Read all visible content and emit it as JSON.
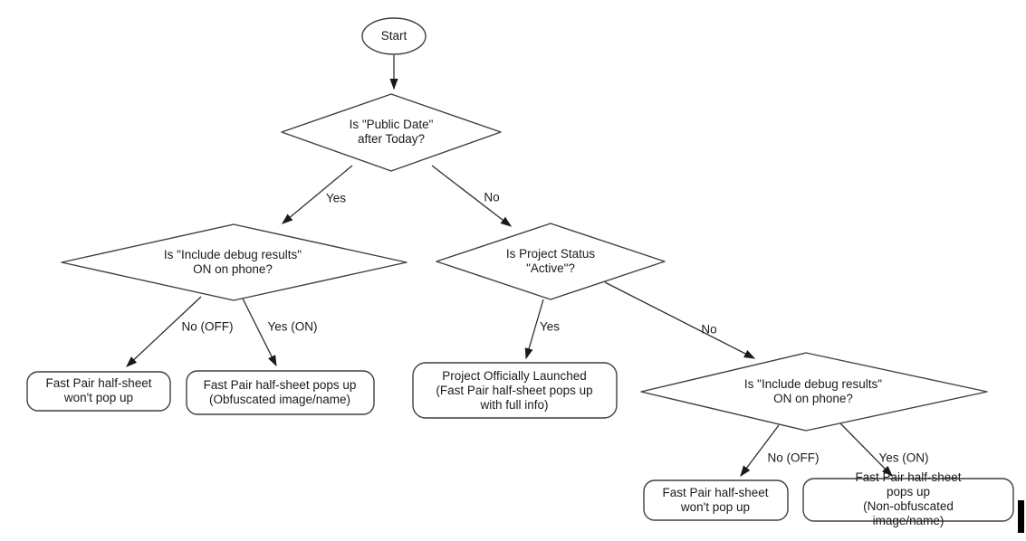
{
  "canvas": {
    "background": "#ffffff",
    "shape_outline_color": "#3f3f3f",
    "text_color": "#1a1a1a"
  },
  "nodes": {
    "start": "Start",
    "public_date": "Is \"Public Date\"\nafter Today?",
    "debug_left": "Is \"Include debug results\"\nON on phone?",
    "project_status": "Is Project Status\n\"Active\"?",
    "debug_right": "Is \"Include debug results\"\nON on phone?",
    "no_popup_left": "Fast Pair half-sheet\nwon't pop up",
    "obfuscated": "Fast Pair half-sheet pops up\n(Obfuscated image/name)",
    "launched": "Project Officially Launched\n(Fast Pair half-sheet pops up\nwith full info)",
    "no_popup_right": "Fast Pair half-sheet\nwon't pop up",
    "non_obfuscated": "Fast Pair half-sheet pops up\n(Non-obfuscated image/name)"
  },
  "edges": {
    "yes_top": "Yes",
    "no_top": "No",
    "no_off_left": "No (OFF)",
    "yes_on_left": "Yes (ON)",
    "yes_mid": "Yes",
    "no_mid": "No",
    "no_off_right": "No (OFF)",
    "yes_on_right": "Yes (ON)"
  }
}
